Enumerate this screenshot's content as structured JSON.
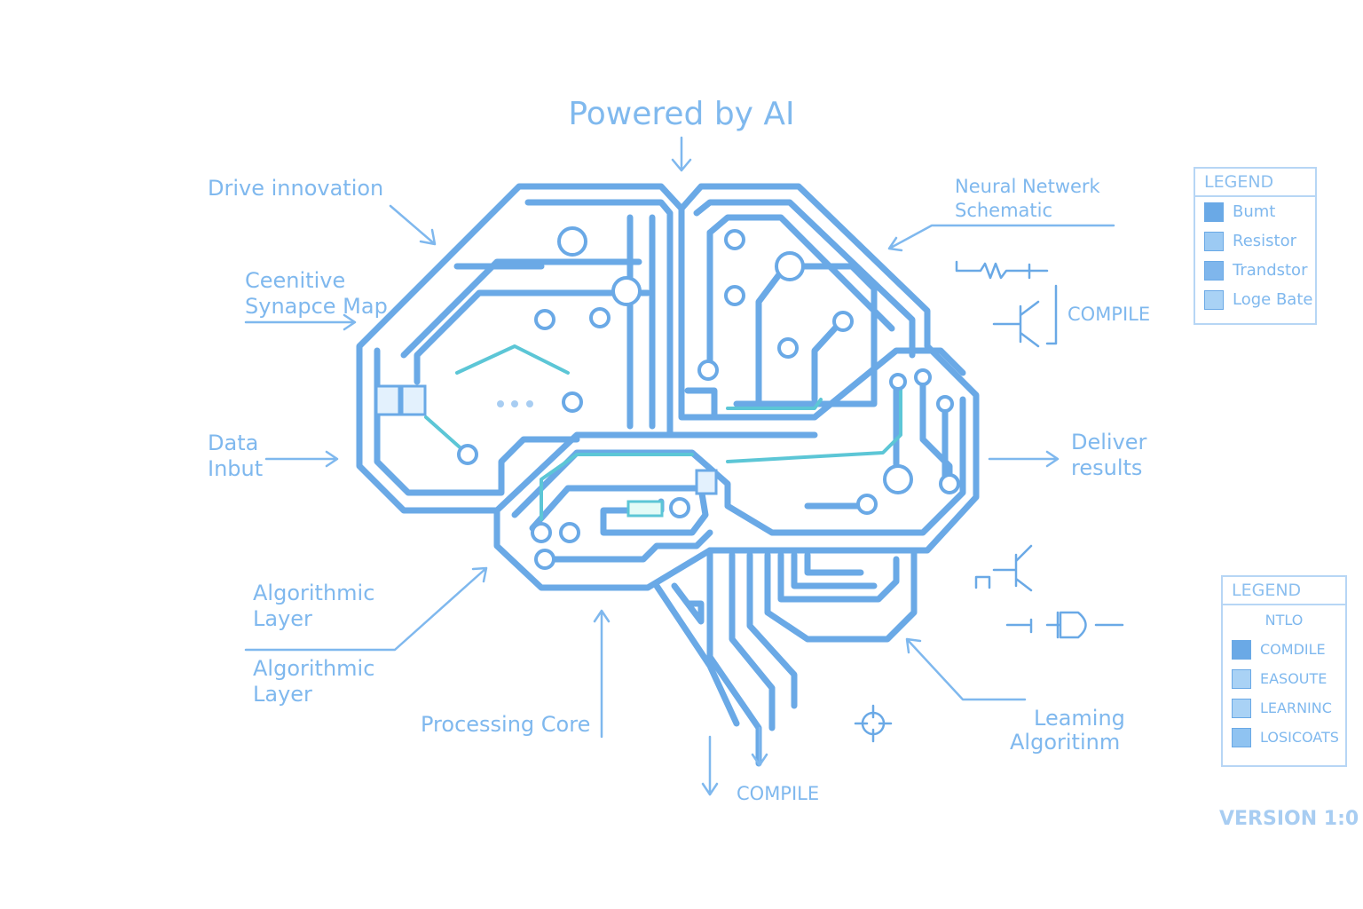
{
  "title": "Powered by AI",
  "labels": {
    "drive": "Drive innovation",
    "cog1": "Ceenitive",
    "cog2": "Synapce Map",
    "data1": "Data",
    "data2": "Inbut",
    "algo_a1": "Algorithmic",
    "algo_a2": "Layer",
    "algo_b1": "Algorithmic",
    "algo_b2": "Layer",
    "core": "Processing Core",
    "compile_bottom": "COMPILE",
    "learn1": "Leaming",
    "learn2": "Algoritinm",
    "deliver1": "Deliver",
    "deliver2": "results",
    "neural1": "Neural Netwerk",
    "neural2": "Schematic",
    "compile_right": "COMPILE"
  },
  "legend1": {
    "title": "LEGEND",
    "items": [
      {
        "label": "Bumt",
        "color": "#6aa9e6"
      },
      {
        "label": "Resistor",
        "color": "#9ccaf3"
      },
      {
        "label": "Trandstor",
        "color": "#7fb6ec"
      },
      {
        "label": "Loge Bate",
        "color": "#a9d2f5"
      }
    ]
  },
  "legend2": {
    "title": "LEGEND",
    "subtitle": "NTLO",
    "items": [
      {
        "label": "COMDILE",
        "color": "#6aa9e6"
      },
      {
        "label": "EASOUTE",
        "color": "#a9d2f5"
      },
      {
        "label": "LEARNINC",
        "color": "#a9d2f5"
      },
      {
        "label": "LOSICOATS",
        "color": "#8fc3f1"
      }
    ]
  },
  "version": "VERSION 1:0",
  "colors": {
    "trace": "#6aa9e6",
    "teal": "#5cc6d6",
    "label": "#7fb8ee"
  }
}
